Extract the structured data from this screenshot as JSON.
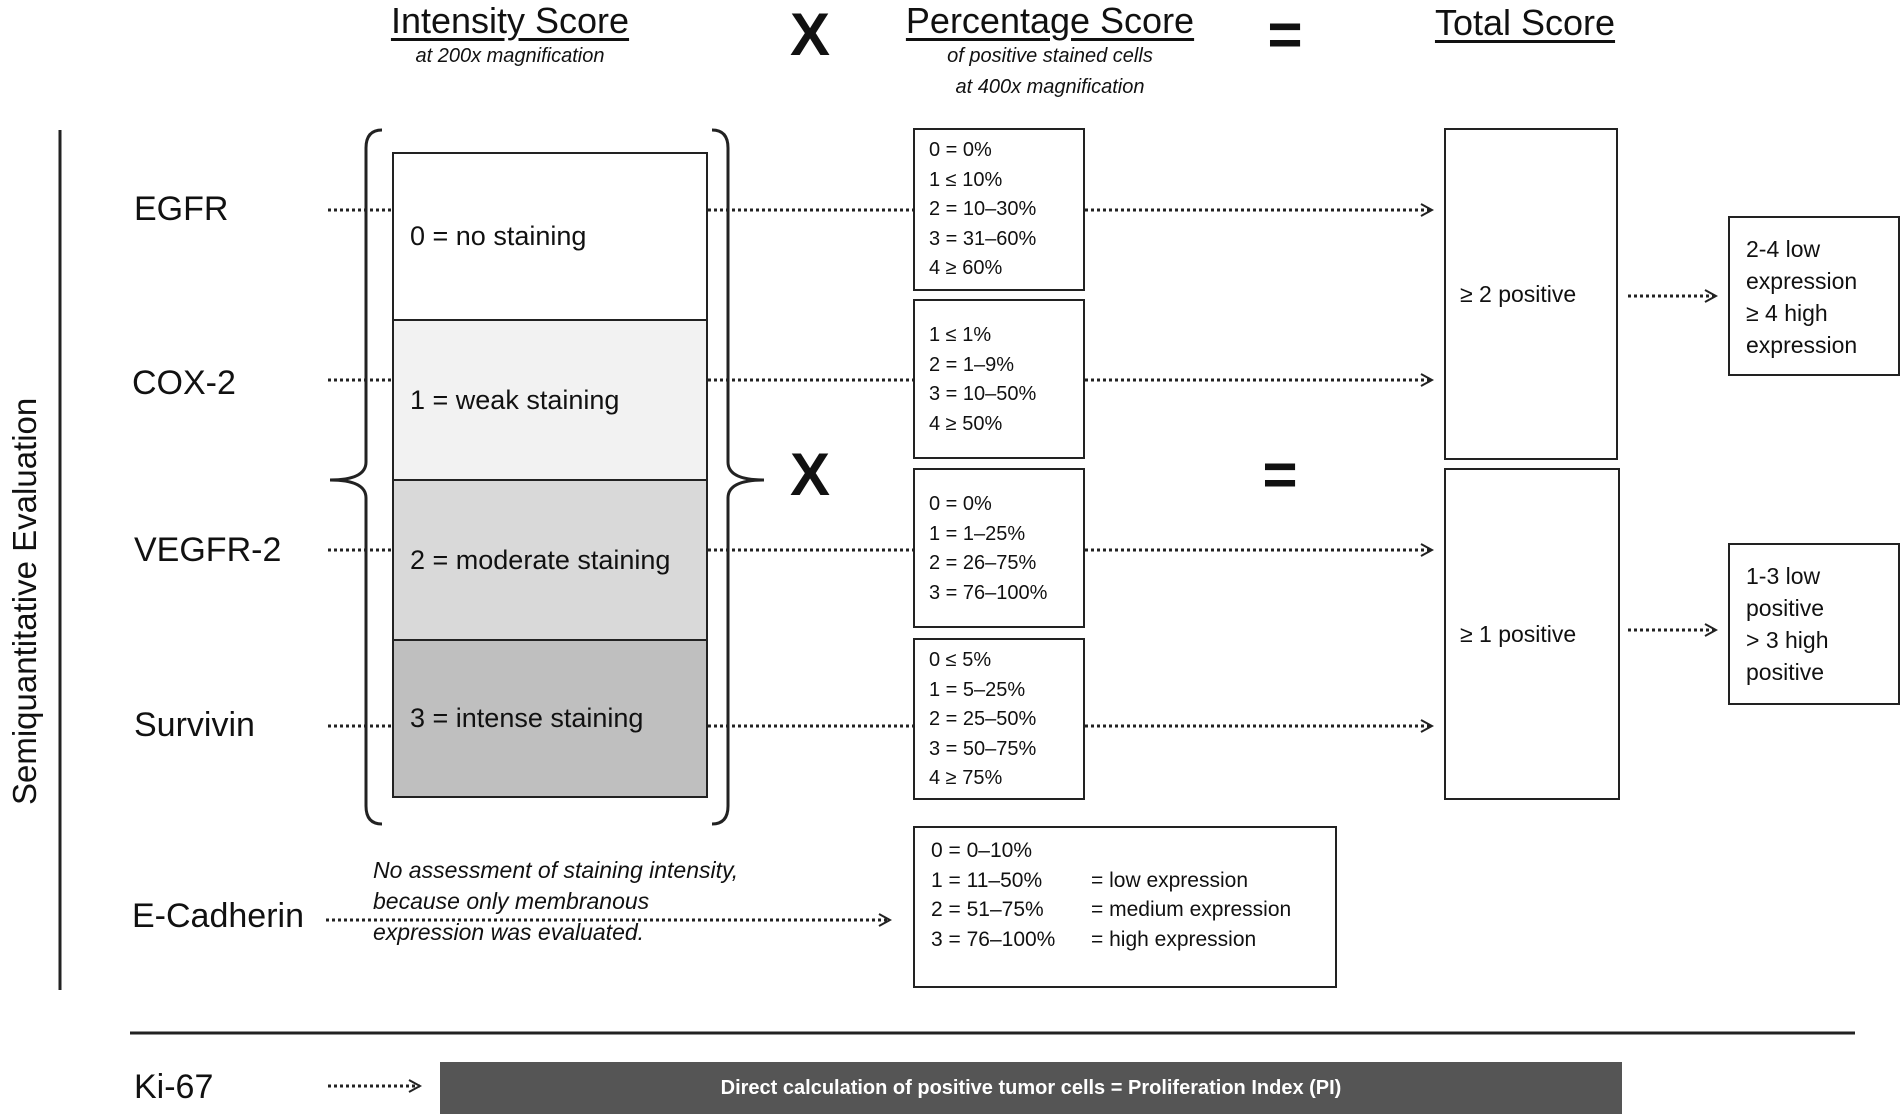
{
  "headers": {
    "intensity_title": "Intensity Score",
    "intensity_sub": "at 200x magnification",
    "times": "X",
    "percentage_title": "Percentage Score",
    "percentage_sub1": "of positive stained cells",
    "percentage_sub2": "at 400x magnification",
    "equals": "=",
    "total_title": "Total Score"
  },
  "side_label": "Semiquantitative Evaluation",
  "markers": [
    "EGFR",
    "COX-2",
    "VEGFR-2",
    "Survivin",
    "E-Cadherin",
    "Ki-67"
  ],
  "operators": {
    "times": "X",
    "equals": "="
  },
  "intensity_levels": [
    {
      "label": "0 = no staining",
      "color": "#ffffff"
    },
    {
      "label": "1 = weak staining",
      "color": "#f2f2f2"
    },
    {
      "label": "2 = moderate staining",
      "color": "#d9d9d9"
    },
    {
      "label": "3 = intense staining",
      "color": "#bfbfbf"
    }
  ],
  "percentage_boxes": [
    [
      "0 = 0%",
      "1 ≤ 10%",
      "2 = 10–30%",
      "3 = 31–60%",
      "4 ≥ 60%"
    ],
    [
      "1 ≤ 1%",
      "2 = 1–9%",
      "3 = 10–50%",
      "4 ≥ 50%"
    ],
    [
      "0 = 0%",
      "1 = 1–25%",
      "2 = 26–75%",
      "3 = 76–100%"
    ],
    [
      "0 ≤ 5%",
      "1 = 5–25%",
      "2 = 25–50%",
      "3 = 50–75%",
      "4 ≥ 75%"
    ]
  ],
  "totals": [
    "≥ 2 positive",
    "≥ 1 positive"
  ],
  "results": [
    [
      "2-4 low",
      "expression",
      "≥ 4 high",
      "expression"
    ],
    [
      "1-3 low",
      "positive",
      "> 3 high",
      "positive"
    ]
  ],
  "ecadherin": {
    "note": [
      "No assessment of staining intensity,",
      "because only membranous",
      "expression was evaluated."
    ],
    "rows": [
      {
        "score": "0 = 0–10%",
        "meaning": ""
      },
      {
        "score": "1 = 11–50%",
        "meaning": "= low expression"
      },
      {
        "score": "2 = 51–75%",
        "meaning": "= medium expression"
      },
      {
        "score": "3 = 76–100%",
        "meaning": "= high expression"
      }
    ]
  },
  "ki67_bar": "Direct calculation of positive tumor cells = Proliferation Index (PI)",
  "colors": {
    "ki67_bar": "#555555",
    "line": "#222222"
  }
}
